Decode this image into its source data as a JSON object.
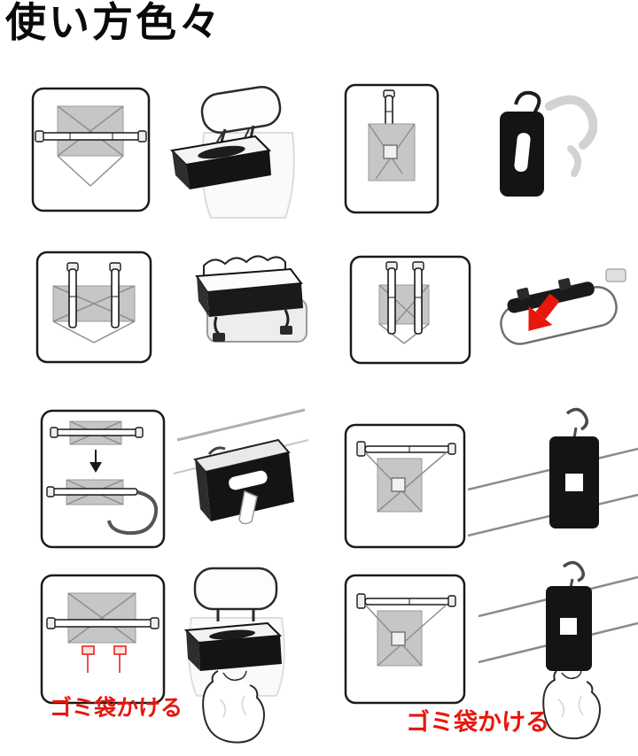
{
  "title": "使い方色々",
  "labels": {
    "hang_bag_left": "ゴミ袋かける",
    "hang_bag_right": "ゴミ袋かける"
  },
  "colors": {
    "accent_red": "#e8160c",
    "ink": "#1a1a1a",
    "plate_gray": "#c6c6c6",
    "background": "#ffffff"
  },
  "panels": [
    {
      "position": "row1-left",
      "diagram": "bar-through-plate-diagram",
      "illustration": "tissue-box-on-headrest-illustration"
    },
    {
      "position": "row1-right",
      "diagram": "vertical-bar-plate-diagram",
      "illustration": "tissue-box-on-hook-illustration"
    },
    {
      "position": "row2-left",
      "diagram": "two-pins-plate-diagram",
      "illustration": "tissue-box-on-armrest-illustration"
    },
    {
      "position": "row2-right",
      "diagram": "two-pins-small-plate-diagram",
      "illustration": "tissue-box-on-sun-visor-illustration"
    },
    {
      "position": "row3-left",
      "diagram": "bar-assembly-steps-diagram",
      "illustration": "tissue-box-mounted-illustration"
    },
    {
      "position": "row3-right",
      "diagram": "bar-plate-square-diagram",
      "illustration": "tissue-box-hanging-on-wire-illustration"
    },
    {
      "position": "row4-left",
      "diagram": "bar-plate-red-clips-diagram",
      "illustration": "tissue-box-garbage-bag-headrest-illustration"
    },
    {
      "position": "row4-right",
      "diagram": "bar-plate-square-diagram",
      "illustration": "tissue-box-garbage-bag-wire-illustration"
    }
  ]
}
